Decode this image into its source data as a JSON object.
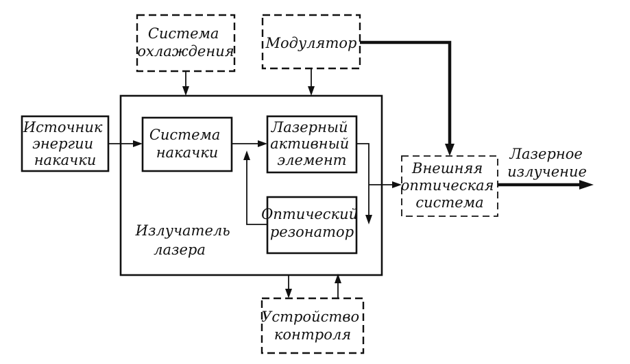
{
  "blocks": {
    "cooling": [
      "Система",
      "охлаждения"
    ],
    "modulator": [
      "Модулятор"
    ],
    "pump_source": [
      "Источник",
      "энергии",
      "накачки"
    ],
    "pump_system": [
      "Система",
      "накачки"
    ],
    "active_element": [
      "Лазерный",
      "активный",
      "элемент"
    ],
    "resonator": [
      "Оптический",
      "резонатор"
    ],
    "emitter": [
      "Излучатель",
      "лазера"
    ],
    "external_optics": [
      "Внешняя",
      "оптическая",
      "система"
    ],
    "control": [
      "Устройство",
      "контроля"
    ]
  },
  "output_label": [
    "Лазерное",
    "излучение"
  ]
}
